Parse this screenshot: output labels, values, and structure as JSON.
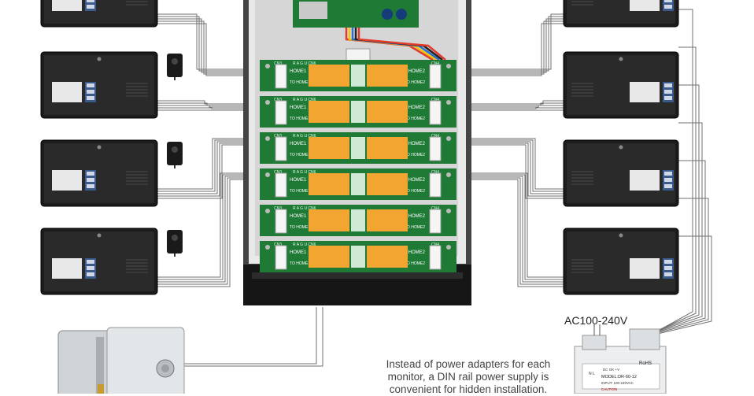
{
  "diagram": {
    "ac_label": "AC100-240V",
    "note_lines": [
      "Instead of power adapters for each",
      "monitor, a DIN rail power supply is",
      "convenient for hidden installation."
    ],
    "relay_boards": [
      {
        "left": "HOME1",
        "right": "HOME2",
        "left_sub": "TO HOME1",
        "right_sub": "TO HOME2",
        "cn_left": "CN3",
        "cn_right": "CN4",
        "header": "R A G U  CN6"
      },
      {
        "left": "HOME1",
        "right": "HOME2",
        "left_sub": "TO HOME1",
        "right_sub": "TO HOME2",
        "cn_left": "CN3",
        "cn_right": "CN4",
        "header": "R A G U  CN6"
      },
      {
        "left": "HOME1",
        "right": "HOME2",
        "left_sub": "TO HOME1",
        "right_sub": "TO HOME2",
        "cn_left": "CN3",
        "cn_right": "CN4",
        "header": "R A G U  CN6"
      },
      {
        "left": "HOME1",
        "right": "HOME2",
        "left_sub": "TO HOME1",
        "right_sub": "TO HOME2",
        "cn_left": "CN3",
        "cn_right": "CN4",
        "header": "R A G U  CN6"
      },
      {
        "left": "HOME1",
        "right": "HOME2",
        "left_sub": "TO HOME1",
        "right_sub": "TO HOME2",
        "cn_left": "CN3",
        "cn_right": "CN4",
        "header": "R A G U  CN6"
      },
      {
        "left": "HOME1",
        "right": "HOME2",
        "left_sub": "TO HOME1",
        "right_sub": "TO HOME2",
        "cn_left": "CN3",
        "cn_right": "CN4",
        "header": "R A G U  CN6"
      }
    ],
    "psu": {
      "terminals_top": "DC OK  +V",
      "model": "MODEL:DR-60-12",
      "spec": "INPUT: 100-240VAC",
      "brand": "RoHS",
      "terminals_left": "N L",
      "caution": "CAUTION"
    },
    "colors": {
      "monitor_body": "#1c1c1c",
      "board_green": "#1f7a35",
      "relay_orange": "#f2a531",
      "wire": "#6f6f6f",
      "box_gray": "#e9e9e9"
    }
  }
}
